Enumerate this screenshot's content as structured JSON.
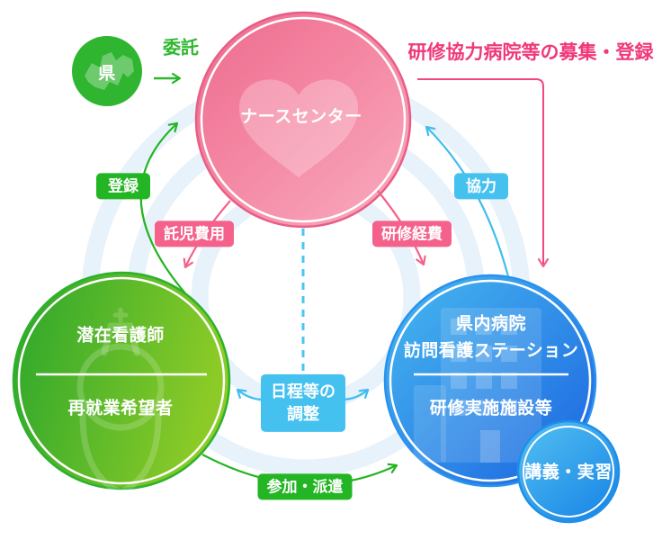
{
  "diagram": {
    "prefecture": {
      "label": "県"
    },
    "commission_label": "委託",
    "recruit_heading": "研修協力病院等の募集・登録",
    "nurse_center": {
      "label": "ナースセンター"
    },
    "latent_nurses": {
      "line1": "潜在看護師",
      "line2": "再就業希望者"
    },
    "hospitals": {
      "line1": "県内病院",
      "line2": "訪問看護ステーション",
      "line3": "研修実施施設等"
    },
    "lecture": {
      "label": "講義・実習"
    },
    "badges": {
      "register": "登録",
      "childcare_cost": "託児費用",
      "training_cost": "研修経費",
      "cooperation": "協力",
      "schedule_line1": "日程等の",
      "schedule_line2": "調整",
      "participate": "参加・派遣"
    },
    "colors": {
      "green": "#23b523",
      "pink": "#f4618b",
      "pink_strong": "#f0387a",
      "blue": "#45c1f0",
      "ring": "#e8f2fb",
      "pink_circle_border": "#e85d85",
      "green_circle_border": "#2cb22c",
      "blue_circle_border": "#2a92ee"
    }
  }
}
